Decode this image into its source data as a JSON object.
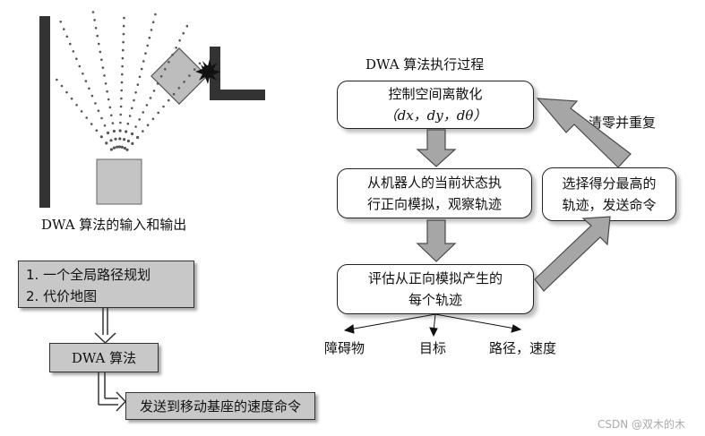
{
  "left": {
    "caption": "DWA 算法的输入和输出",
    "inputs": [
      "1. 一个全局路径规划",
      "2. 代价地图"
    ],
    "algo_label": "DWA 算法",
    "output_label": "发送到移动基座的速度命令"
  },
  "flow": {
    "title": "DWA 算法执行过程",
    "step1_line1": "控制空间离散化",
    "step1_line2": "（dx，dy，dθ）",
    "step2_line1": "从机器人的当前状态执",
    "step2_line2": "行正向模拟，观察轨迹",
    "step3_line1": "评估从正向模拟产生的",
    "step3_line2": "每个轨迹",
    "step4_line1": "选择得分最高的",
    "step4_line2": "轨迹，发送命令",
    "reset_label": "清零并重复",
    "criteria": [
      "障碍物",
      "目标",
      "路径，速度"
    ]
  },
  "watermark": "CSDN @双木的木"
}
